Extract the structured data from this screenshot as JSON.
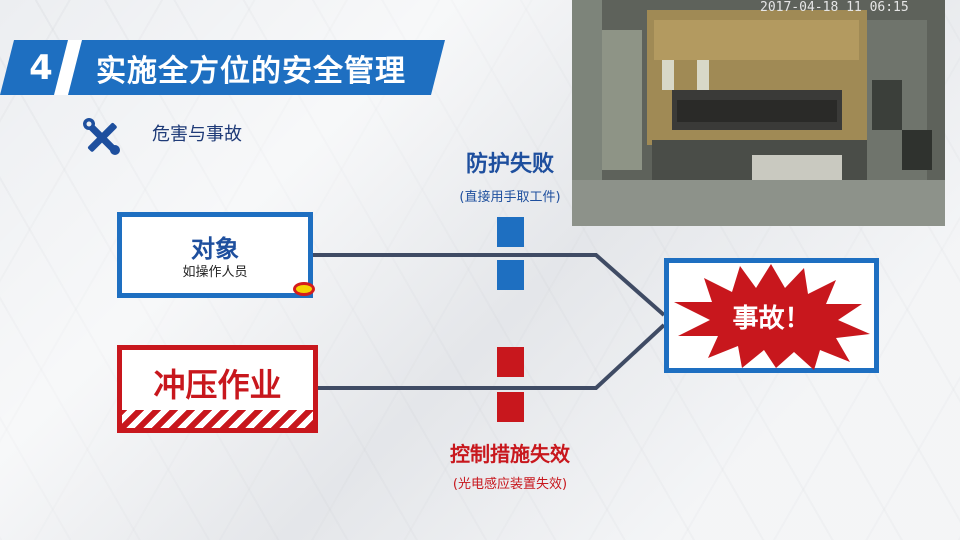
{
  "header": {
    "number": "4",
    "title": "实施全方位的安全管理",
    "subtitle": "危害与事故",
    "icon": "tools-icon"
  },
  "photo": {
    "timestamp": "2017-04-18 11 06:15"
  },
  "object_box": {
    "title": "对象",
    "subtitle": "如操作人员"
  },
  "press_box": {
    "title": "冲压作业"
  },
  "guard": {
    "label": "防护失败",
    "sub": "(直接用手取工件)"
  },
  "control": {
    "label": "控制措施失效",
    "sub": "(光电感应装置失效)"
  },
  "accident": {
    "label": "事故！"
  },
  "colors": {
    "blue": "#1e6fc1",
    "red": "#c8171d",
    "line": "#3f4b64"
  }
}
